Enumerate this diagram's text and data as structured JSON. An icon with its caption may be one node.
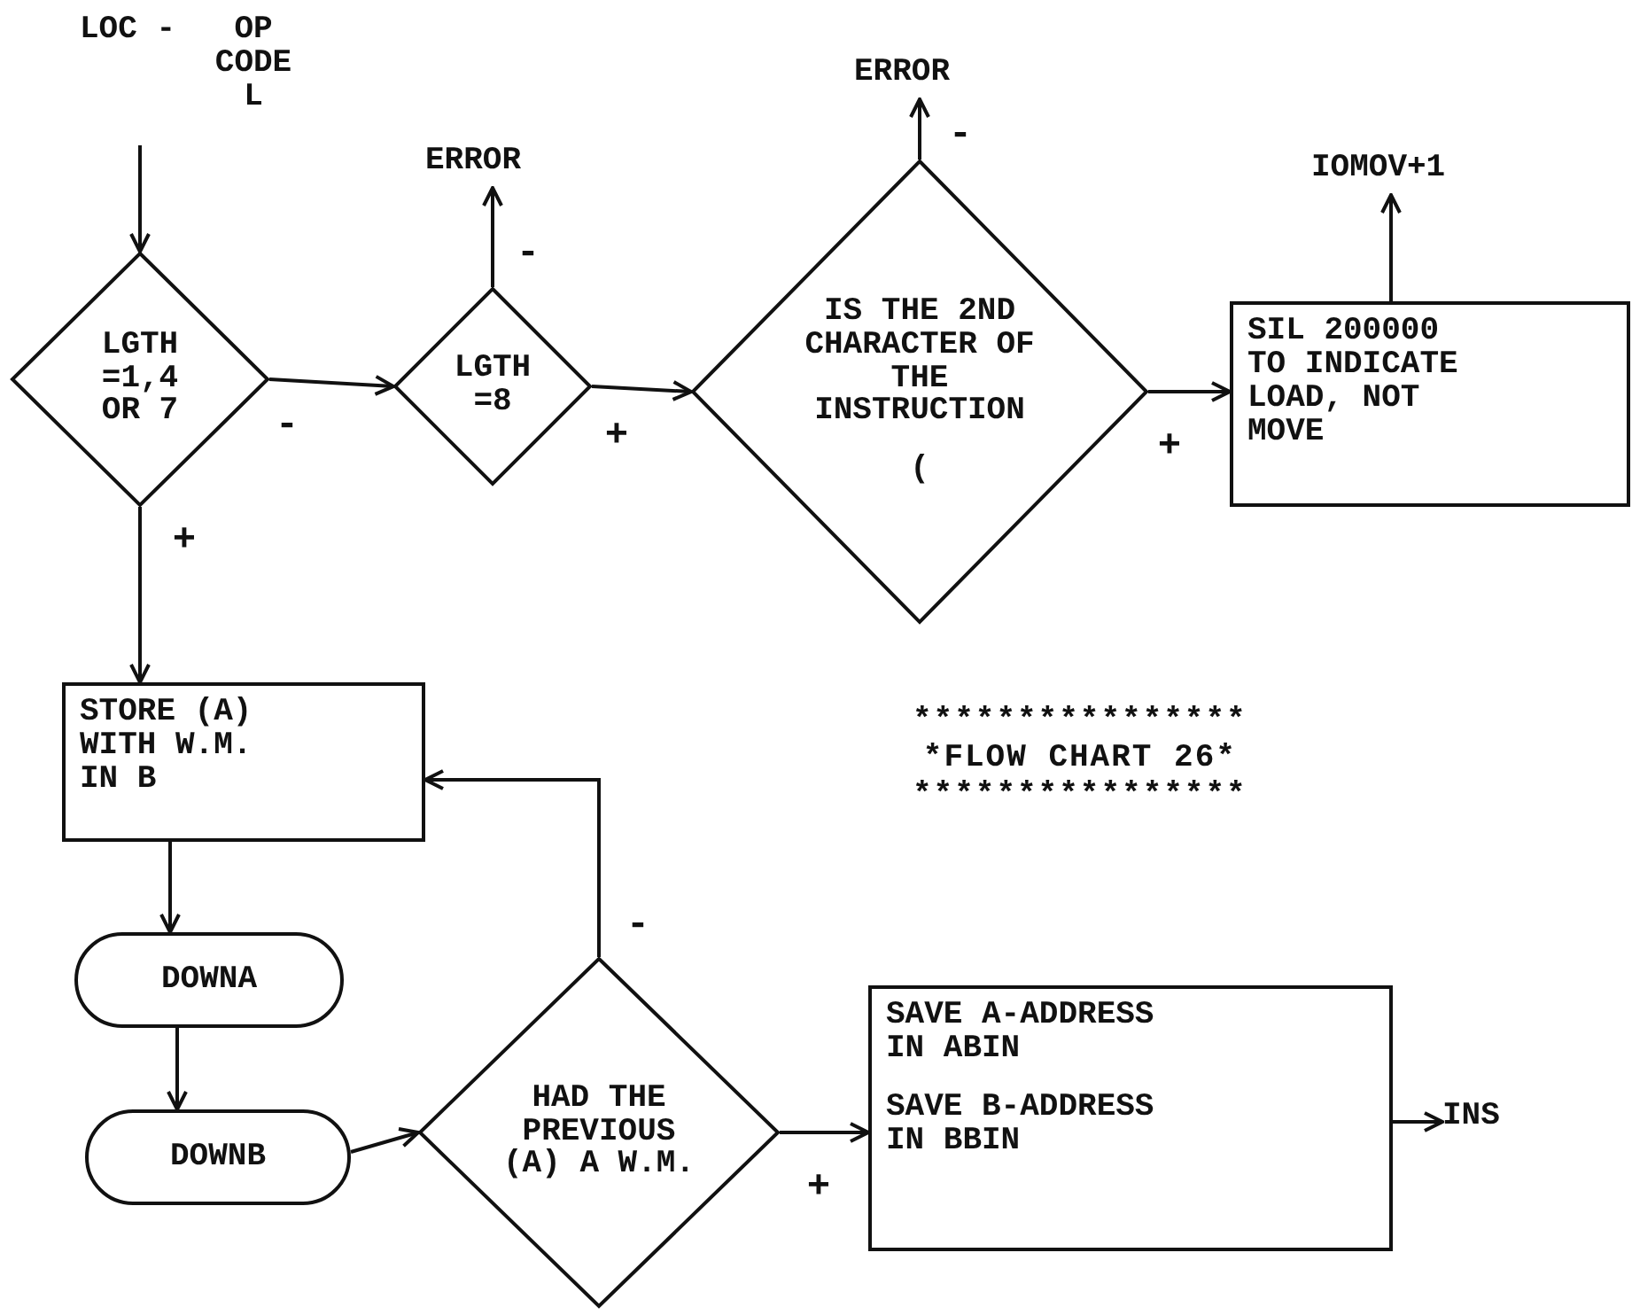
{
  "diagram": {
    "nodes": [
      {
        "text": [
          "LOC -",
          "OP CODE L"
        ]
      },
      {
        "text": [
          "LGTH =1,4 OR 7"
        ]
      },
      {
        "text": [
          "ERROR"
        ]
      },
      {
        "text": [
          "LGTH =8"
        ]
      },
      {
        "text": [
          "ERROR"
        ]
      },
      {
        "text": [
          "IS THE 2ND CHARACTER OF THE INSTRUCTION",
          "("
        ]
      },
      {
        "text": [
          "IOMOV+1"
        ]
      },
      {
        "text": [
          "SIL 200000 TO INDICATE LOAD, NOT MOVE"
        ]
      },
      {
        "text": [
          "STORE (A) WITH W.M. IN B"
        ]
      },
      {
        "text": [
          "DOWNA"
        ]
      },
      {
        "text": [
          "DOWNB"
        ]
      },
      {
        "text": [
          "HAD THE PREVIOUS (A) A W.M."
        ]
      },
      {
        "text": [
          "SAVE A-ADDRESS IN ABIN",
          "SAVE B-ADDRESS IN BBIN"
        ]
      },
      {
        "text": [
          "INS"
        ]
      }
    ],
    "edges": [
      {
        "from": 0,
        "to": 1,
        "arrow": "to"
      },
      {
        "from": 1,
        "to": 3,
        "arrow": "to",
        "label": "-"
      },
      {
        "from": 3,
        "to": 2,
        "arrow": "to",
        "label": "-"
      },
      {
        "from": 3,
        "to": 5,
        "arrow": "to",
        "label": "+"
      },
      {
        "from": 5,
        "to": 4,
        "arrow": "to",
        "label": "-"
      },
      {
        "from": 5,
        "to": 7,
        "arrow": "to",
        "label": "+"
      },
      {
        "from": 7,
        "to": 6,
        "arrow": "to"
      },
      {
        "from": 1,
        "to": 8,
        "arrow": "to",
        "label": "+"
      },
      {
        "from": 8,
        "to": 9,
        "arrow": "to"
      },
      {
        "from": 9,
        "to": 10,
        "arrow": "to"
      },
      {
        "from": 10,
        "to": 11,
        "arrow": "to"
      },
      {
        "from": 11,
        "to": 8,
        "arrow": "to",
        "label": "-"
      },
      {
        "from": 11,
        "to": 12,
        "arrow": "to",
        "label": "+"
      },
      {
        "from": 12,
        "to": 13,
        "arrow": "to"
      }
    ],
    "labels": [
      "****************",
      "*FLOW CHART 26*",
      "****************"
    ]
  }
}
